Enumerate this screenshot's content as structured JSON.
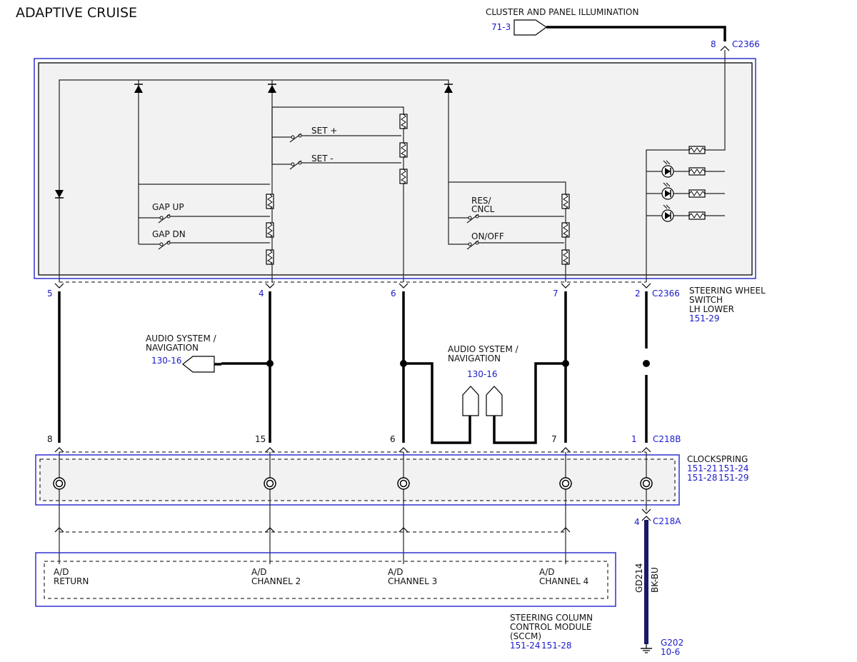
{
  "title": "ADAPTIVE CRUISE",
  "cluster_illumination": {
    "label": "CLUSTER AND PANEL ILLUMINATION",
    "ref": "71-3",
    "pin": "8",
    "connector": "C2366"
  },
  "switch_labels": {
    "set_plus": "SET +",
    "set_minus": "SET -",
    "gap_up": "GAP UP",
    "gap_dn": "GAP DN",
    "res_cncl_1": "RES/",
    "res_cncl_2": "CNCL",
    "on_off": "ON/OFF"
  },
  "steering_wheel_switch": {
    "connector": "C2366",
    "line1": "STEERING WHEEL",
    "line2": "SWITCH",
    "line3": "LH LOWER",
    "ref": "151-29",
    "pins": [
      "5",
      "4",
      "6",
      "7",
      "2"
    ]
  },
  "audio_left": {
    "line1": "AUDIO SYSTEM /",
    "line2": "NAVIGATION",
    "ref": "130-16"
  },
  "audio_center": {
    "line1": "AUDIO SYSTEM /",
    "line2": "NAVIGATION",
    "ref": "130-16"
  },
  "clockspring": {
    "connector_b": "C218B",
    "pins_b": [
      "8",
      "15",
      "6",
      "7",
      "1"
    ],
    "label": "CLOCKSPRING",
    "refs_1": "151-21",
    "refs_2": "151-24",
    "refs_3": "151-28",
    "refs_4": "151-29",
    "connector_a": "C218A",
    "pin_a": "4"
  },
  "ground": {
    "circuit": "GD214",
    "color": "BK-BU",
    "name": "G202",
    "ref": "10-6"
  },
  "sccm": {
    "pins": [
      {
        "line1": "A/D",
        "line2": "RETURN"
      },
      {
        "line1": "A/D",
        "line2": "CHANNEL 2"
      },
      {
        "line1": "A/D",
        "line2": "CHANNEL 3"
      },
      {
        "line1": "A/D",
        "line2": "CHANNEL 4"
      }
    ],
    "line1": "STEERING COLUMN",
    "line2": "CONTROL MODULE",
    "line3": "(SCCM)",
    "ref_1": "151-24",
    "ref_2": "151-28"
  },
  "colors": {
    "frame_blue": "#2222cc",
    "ref_blue": "#1a1acc",
    "ground_wire": "#1a1a66",
    "panel_fill": "#f2f2f2"
  }
}
